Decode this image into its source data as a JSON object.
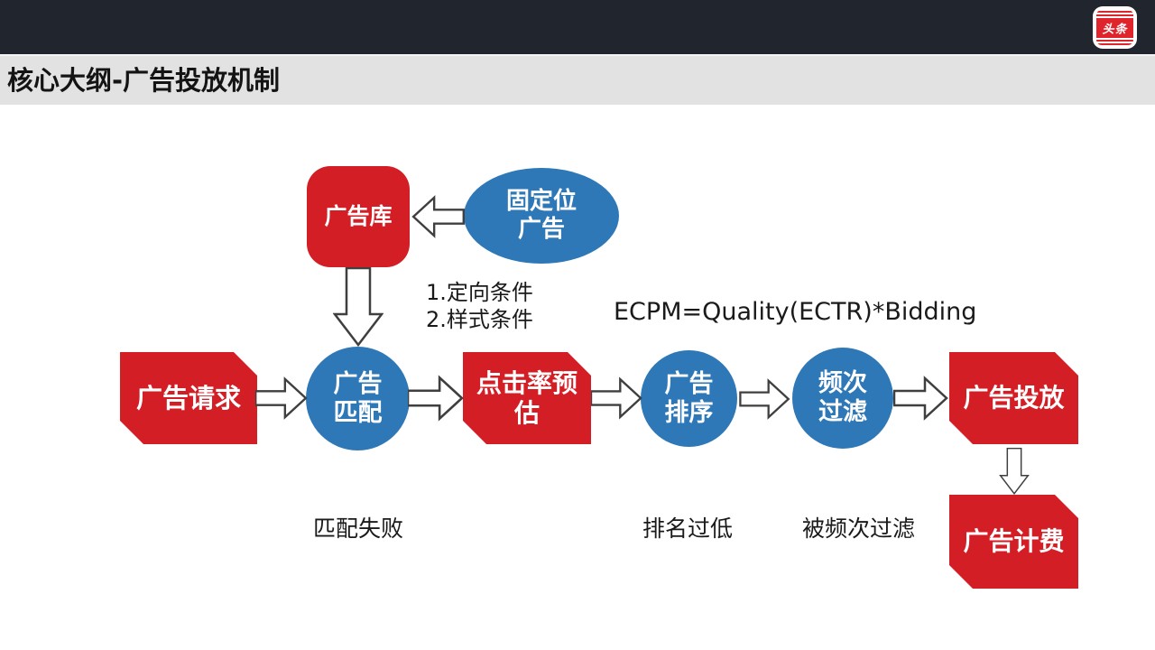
{
  "header": {
    "logo_text": "头条",
    "logo_color": "#e0242c"
  },
  "title_bar": {
    "title": "核心大纲-广告投放机制"
  },
  "diagram": {
    "colors": {
      "node_red": "#d41e26",
      "node_blue": "#2e78b8",
      "arrow_outline": "#3f3f3f"
    },
    "nodes": {
      "ad_library": {
        "label": "广告库"
      },
      "fixed_position_ad": {
        "label": "固定位\n广告"
      },
      "ad_request": {
        "label": "广告请求"
      },
      "ad_matching": {
        "label": "广告\n匹配"
      },
      "ctr_prediction": {
        "label": "点击率预\n估"
      },
      "ad_ranking": {
        "label": "广告\n排序"
      },
      "frequency_filter": {
        "label": "频次\n过滤"
      },
      "ad_delivery": {
        "label": "广告投放"
      },
      "ad_billing": {
        "label": "广告计费"
      }
    },
    "annotations": {
      "conditions": "1.定向条件\n2.样式条件",
      "ecpm_formula": "ECPM=Quality(ECTR)*Bidding",
      "match_fail": "匹配失败",
      "rank_too_low": "排名过低",
      "frequency_filtered": "被频次过滤"
    }
  }
}
